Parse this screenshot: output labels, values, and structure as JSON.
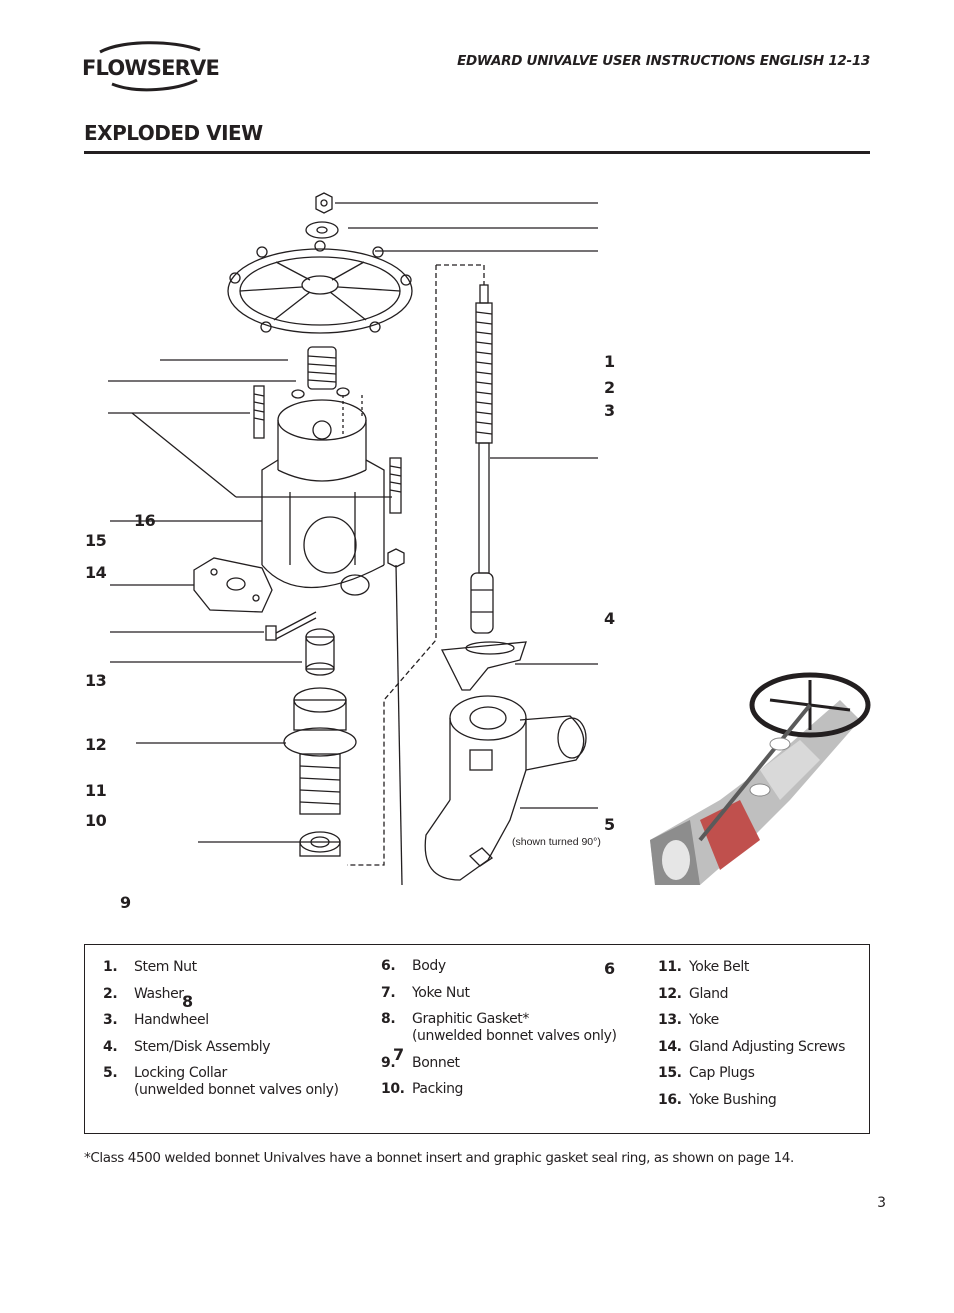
{
  "brand": {
    "name": "FLOWSERVE"
  },
  "header": {
    "doc_title": "EDWARD UNIVALVE USER INSTRUCTIONS ENGLISH 12-13"
  },
  "section": {
    "title": "EXPLODED VIEW"
  },
  "diagram": {
    "callouts": [
      "1",
      "2",
      "3",
      "4",
      "5",
      "6",
      "7",
      "8",
      "9",
      "10",
      "11",
      "12",
      "13",
      "14",
      "15",
      "16"
    ],
    "note_locking_collar": "(shown turned 90°)"
  },
  "parts": [
    {
      "num": "1.",
      "name": "Stem Nut",
      "sub": ""
    },
    {
      "num": "2.",
      "name": "Washer",
      "sub": ""
    },
    {
      "num": "3.",
      "name": "Handwheel",
      "sub": ""
    },
    {
      "num": "4.",
      "name": "Stem/Disk Assembly",
      "sub": ""
    },
    {
      "num": "5.",
      "name": "Locking Collar",
      "sub": "(unwelded bonnet valves only)"
    },
    {
      "num": "6.",
      "name": "Body",
      "sub": ""
    },
    {
      "num": "7.",
      "name": "Yoke Nut",
      "sub": ""
    },
    {
      "num": "8.",
      "name": "Graphitic Gasket*",
      "sub": "(unwelded bonnet valves only)"
    },
    {
      "num": "9.",
      "name": "Bonnet",
      "sub": ""
    },
    {
      "num": "10.",
      "name": "Packing",
      "sub": ""
    },
    {
      "num": "11.",
      "name": "Yoke Belt",
      "sub": ""
    },
    {
      "num": "12.",
      "name": "Gland",
      "sub": ""
    },
    {
      "num": "13.",
      "name": "Yoke",
      "sub": ""
    },
    {
      "num": "14.",
      "name": "Gland Adjusting Screws",
      "sub": ""
    },
    {
      "num": "15.",
      "name": "Cap Plugs",
      "sub": ""
    },
    {
      "num": "16.",
      "name": "Yoke Bushing",
      "sub": ""
    }
  ],
  "footnote": "*Class 4500 welded bonnet Univalves have a bonnet insert and graphic gasket seal ring, as shown on page 14.",
  "page_number": "3"
}
